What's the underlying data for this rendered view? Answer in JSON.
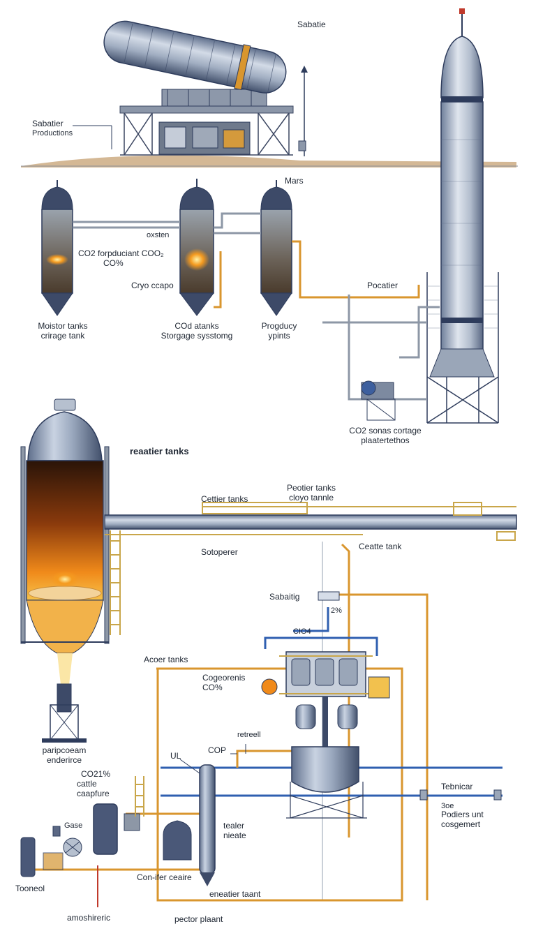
{
  "labels": {
    "sabatier_top": "Sabatie",
    "sabatier_prod_1": "Sabatier",
    "sabatier_prod_2": "Productions",
    "mars": "Mars",
    "oxygen": "oxsten",
    "co2_producant_1": "CO2 forpduciant COO₂",
    "co2_producant_2": "CO%",
    "cryo": "Cryo ccapo",
    "tank1_1": "Moistor tanks",
    "tank1_2": "crirage tank",
    "tank2_1": "COd atanks",
    "tank2_2": "Storgage sysstomg",
    "tank3_1": "Progducy",
    "tank3_2": "ypints",
    "pocatier": "Pocatier",
    "co2_storage_1": "CO2 sonas cortage",
    "co2_storage_2": "plaatertethos",
    "reatier_tanks": "reaatier tanks",
    "cettier_tanks": "Cettier tanks",
    "peotier_1": "Peotier tanks",
    "peotier_2": "cloyo tannle",
    "sotoperer": "Sotoperer",
    "ceatte_tank": "Ceatte tank",
    "sabaitig": "Sabaitig",
    "pct": "2%",
    "cio4": "CIO4",
    "acoer_tanks": "Acoer tanks",
    "cogeorenis_1": "Cogeorenis",
    "cogeorenis_2": "CO%",
    "retreell": "retreell",
    "cop": "COP",
    "ul": "UL",
    "pariporean_1": "paripcoeam",
    "pariporean_2": "enderirce",
    "co2_capture_1": "CO21%",
    "co2_capture_2": "cattle",
    "co2_capture_3": "caapfure",
    "gase": "Gase",
    "tealer_1": "tealer",
    "tealer_2": "nieate",
    "technicar": "Tebnicar",
    "soe": "3oe",
    "podiers_1": "Podiers unt",
    "podiers_2": "cosgemert",
    "tooneol": "Tooneol",
    "conifer": "Con-ifer ceaire",
    "eneatier": "eneatier taant",
    "amoshireic": "amoshireric",
    "pector": "pector plaant"
  },
  "colors": {
    "steel_dark": "#2e3c5c",
    "steel_mid": "#7f8fa8",
    "steel_light": "#d6dde8",
    "pipe_orange": "#d9962e",
    "pipe_blue": "#2f5fb0",
    "pipe_gray": "#8d97a6",
    "fire": "#f39a1e",
    "ground": "#c9a67a"
  }
}
